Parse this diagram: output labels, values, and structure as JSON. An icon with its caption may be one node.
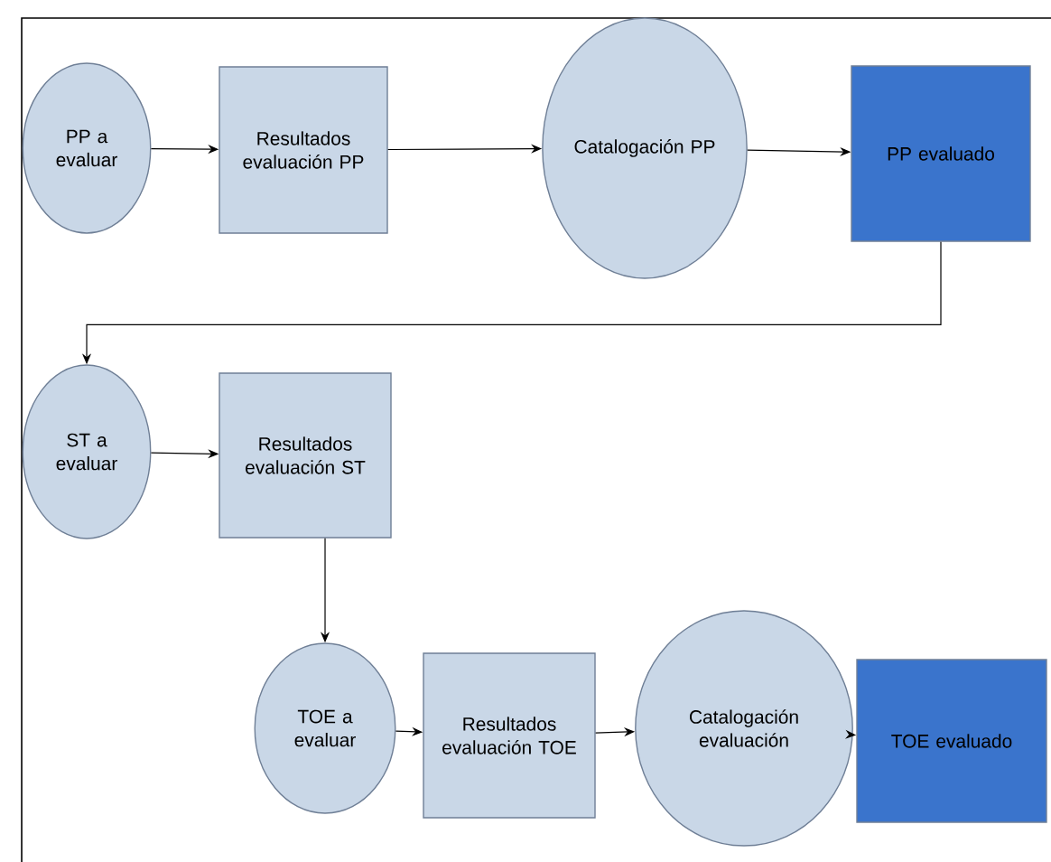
{
  "diagram": {
    "nodes": [
      {
        "text": [
          "PP a evaluar"
        ]
      },
      {
        "text": [
          "Resultados evaluación PP"
        ]
      },
      {
        "text": [
          "Catalogación PP"
        ]
      },
      {
        "text": [
          "PP evaluado"
        ]
      },
      {
        "text": [
          "ST a evaluar"
        ]
      },
      {
        "text": [
          "Resultados evaluación ST"
        ]
      },
      {
        "text": [
          "TOE a evaluar"
        ]
      },
      {
        "text": [
          "Resultados evaluación TOE"
        ]
      },
      {
        "text": [
          "Catalogación evaluación"
        ]
      },
      {
        "text": [
          "TOE evaluado"
        ]
      }
    ],
    "edges": [
      {
        "from": 0,
        "to": 1,
        "arrow": "to"
      },
      {
        "from": 1,
        "to": 2,
        "arrow": "to"
      },
      {
        "from": 2,
        "to": 3,
        "arrow": "to"
      },
      {
        "from": 3,
        "to": 4,
        "arrow": "to"
      },
      {
        "from": 4,
        "to": 5,
        "arrow": "to"
      },
      {
        "from": 5,
        "to": 6,
        "arrow": "to"
      },
      {
        "from": 6,
        "to": 7,
        "arrow": "to"
      },
      {
        "from": 7,
        "to": 8,
        "arrow": "to"
      },
      {
        "from": 8,
        "to": 9,
        "arrow": "to"
      }
    ]
  }
}
